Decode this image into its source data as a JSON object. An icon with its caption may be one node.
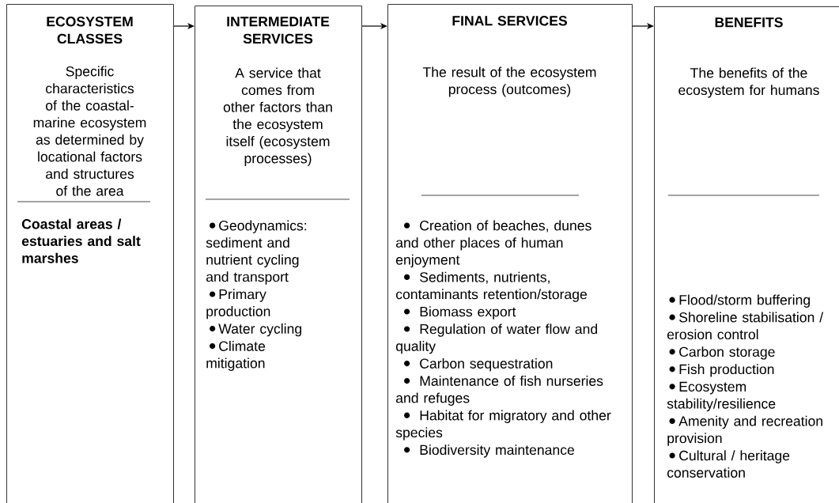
{
  "diagram": {
    "nodes": [
      {
        "text": [
          "ECOSYSTEM CLASSES",
          "Specific characteristics of the coastal-marine ecosystem as determined by locational factors and structures of the area",
          "Coastal areas / estuaries and salt marshes"
        ]
      },
      {
        "text": [
          "INTERMEDIATE SERVICES",
          "A service that comes from other factors than the ecosystem itself (ecosystem processes)",
          "Geodynamics: sediment and nutrient cycling and transport",
          "Primary production",
          "Water cycling",
          "Climate mitigation"
        ]
      },
      {
        "text": [
          "FINAL SERVICES",
          "The result of the ecosystem process (outcomes)",
          "Creation of beaches, dunes and other places of human enjoyment",
          "Sediments, nutrients, contaminants retention/storage",
          "Biomass export",
          "Regulation of water flow and quality",
          "Carbon sequestration",
          "Maintenance of fish nurseries and refuges",
          "Habitat for migratory and other species",
          "Biodiversity maintenance"
        ]
      },
      {
        "text": [
          "BENEFITS",
          "The benefits of the ecosystem for humans",
          "Flood/storm buffering",
          "Shoreline stabilisation / erosion control",
          "Carbon storage",
          "Fish production",
          "Ecosystem stability/resilience",
          "Amenity and recreation provision",
          "Cultural / heritage conservation"
        ]
      }
    ],
    "edges": [
      {
        "from": 0,
        "to": 1,
        "arrow": "to"
      },
      {
        "from": 1,
        "to": 2,
        "arrow": "to"
      },
      {
        "from": 2,
        "to": 3,
        "arrow": "to"
      }
    ]
  }
}
